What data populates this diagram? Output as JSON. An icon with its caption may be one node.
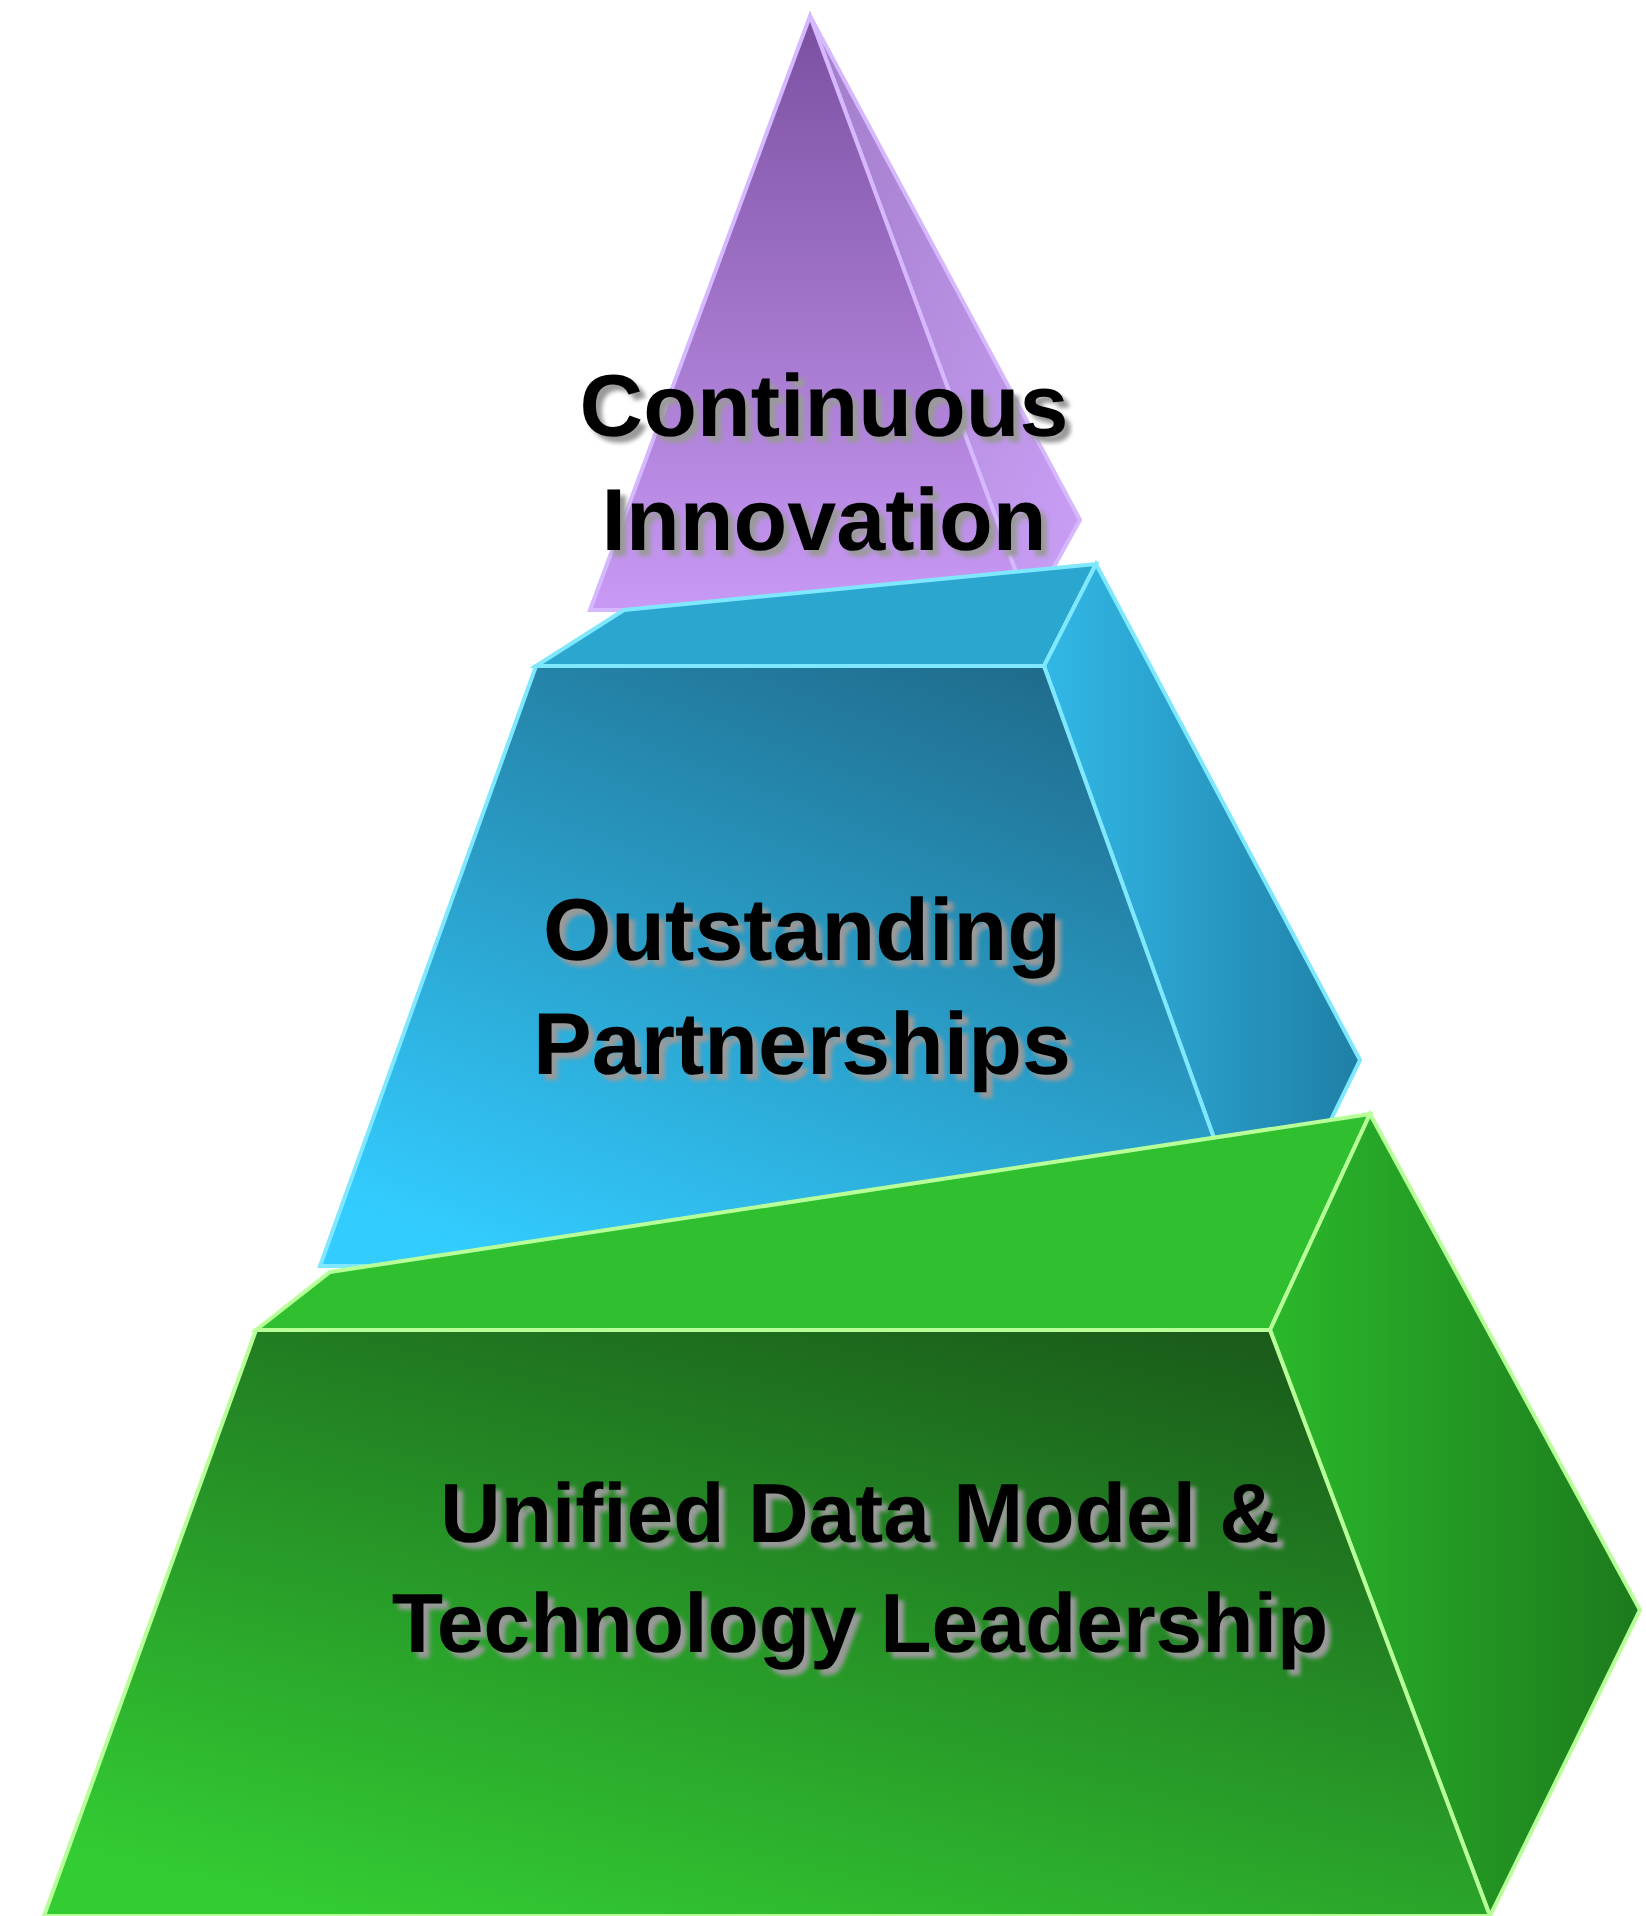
{
  "diagram": {
    "nodes": [
      {
        "text": [
          "Continuous Innovation"
        ]
      },
      {
        "text": [
          "Outstanding Partnerships"
        ]
      },
      {
        "text": [
          "Unified Data Model & Technology Leadership"
        ]
      }
    ]
  }
}
